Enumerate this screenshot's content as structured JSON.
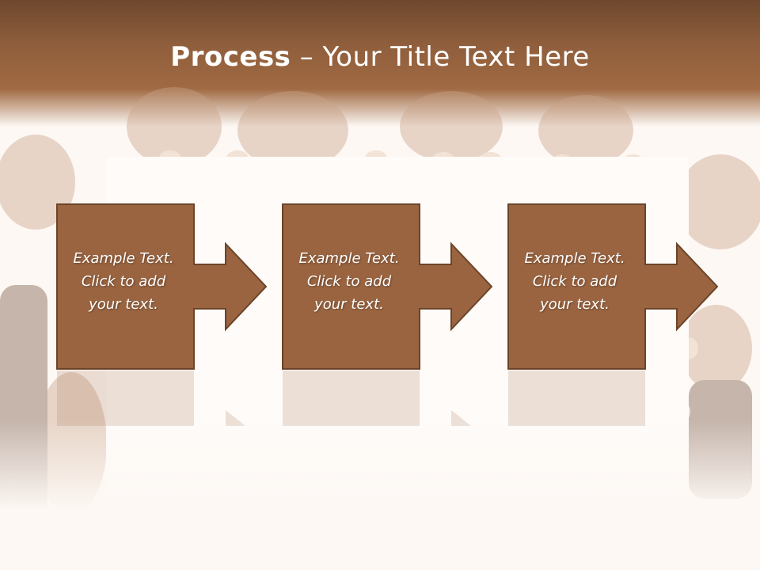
{
  "slide": {
    "title_bold": "Process",
    "title_rest": " – Your Title Text Here"
  },
  "steps": [
    {
      "line1": "Example Text.",
      "line2": "Click  to add",
      "line3": "your text."
    },
    {
      "line1": "Example Text.",
      "line2": "Click  to add",
      "line3": "your text."
    },
    {
      "line1": "Example Text.",
      "line2": "Click  to add",
      "line3": "your text."
    }
  ],
  "colors": {
    "header": "#8f5e3c",
    "box_fill": "#9a6440",
    "box_stroke": "#6b442a",
    "background": "#fdf8f4"
  }
}
